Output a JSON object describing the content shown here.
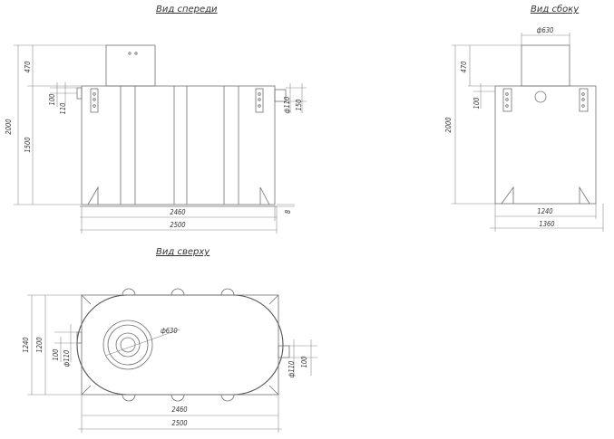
{
  "titles": {
    "front": "Вид спереди",
    "side": "Вид сбоку",
    "top": "Вид сверху"
  },
  "front_view": {
    "total_height": "2000",
    "neck_height": "470",
    "body_height": "1500",
    "inlet_offset": "100",
    "inlet_drop": "110",
    "outlet_diameter": "ф110",
    "outlet_offset": "150",
    "body_length": "2460",
    "overall_length": "2500",
    "base_gap": "8"
  },
  "side_view": {
    "neck_diameter": "ф630",
    "total_height": "2000",
    "neck_height": "470",
    "inlet_offset": "100",
    "body_width": "1240",
    "overall_width": "1360"
  },
  "top_view": {
    "width_outer": "1240",
    "width_inner": "1200",
    "inlet_offset": "100",
    "inlet_diameter": "ф110",
    "neck_diameter": "ф630",
    "outlet_diameter": "ф110",
    "outlet_offset": "100",
    "body_length": "2460",
    "overall_length": "2500"
  }
}
